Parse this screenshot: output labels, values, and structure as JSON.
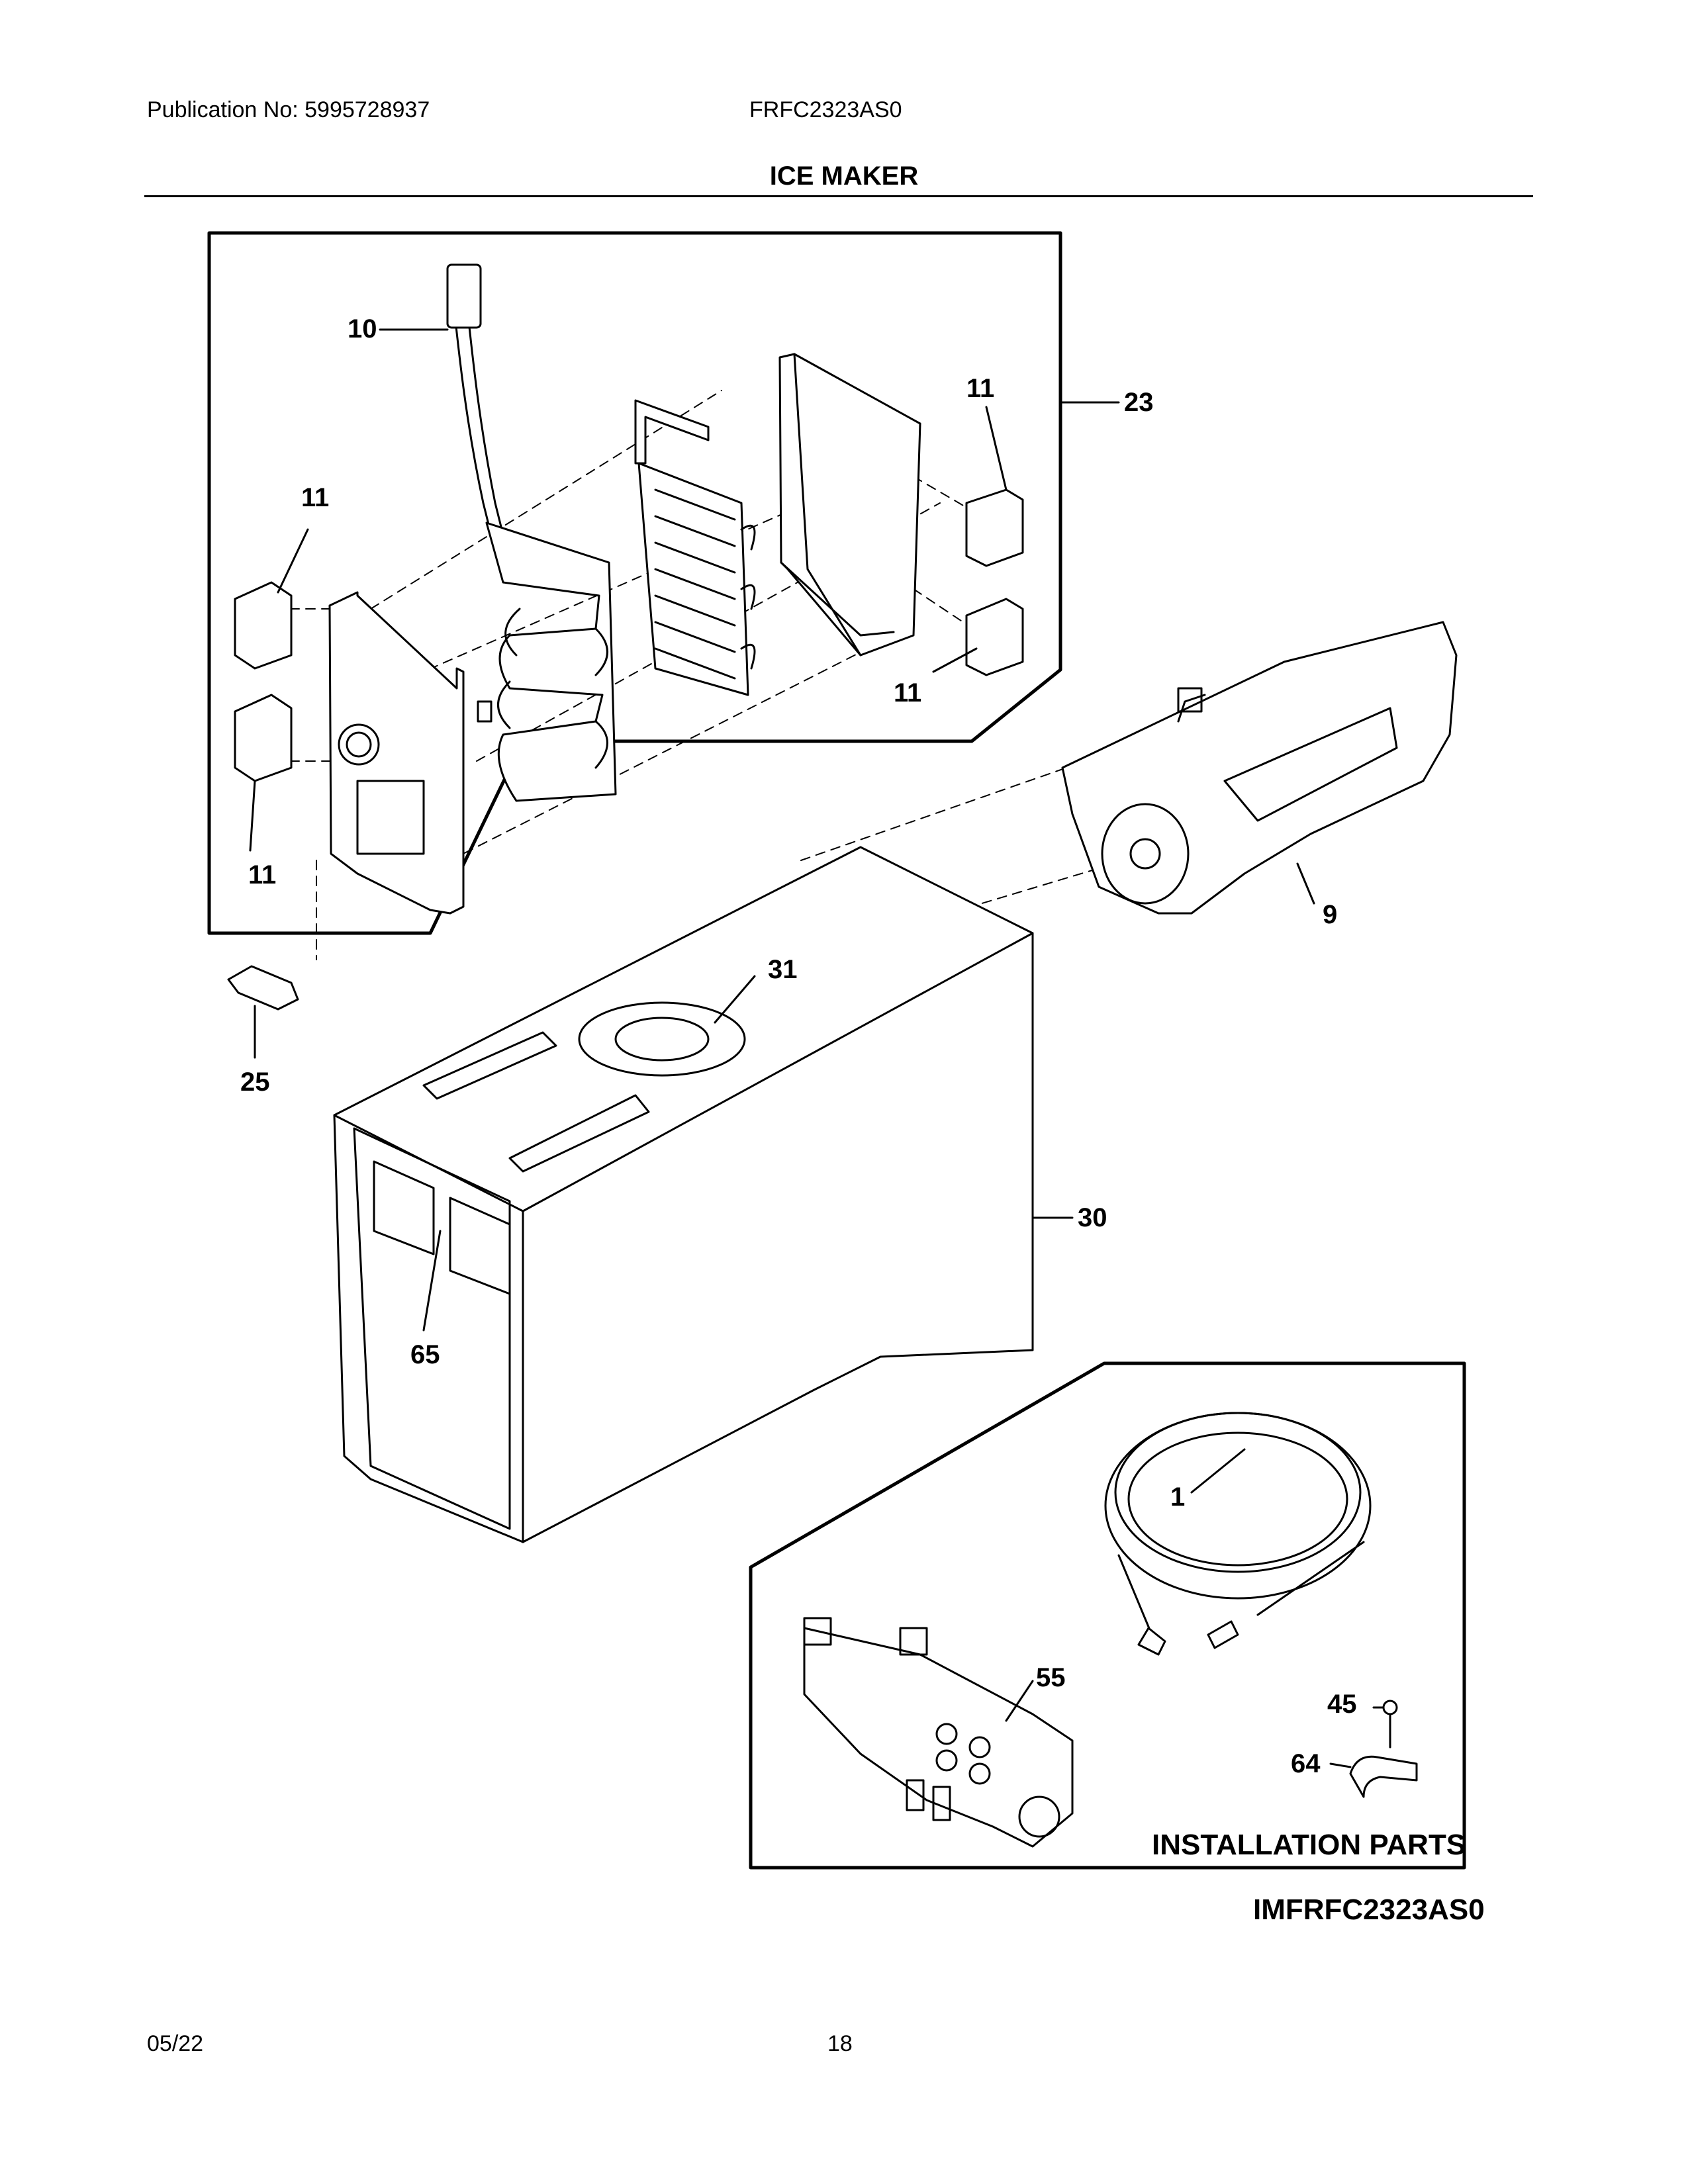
{
  "header": {
    "publication": "Publication No: 5995728937",
    "model": "FRFC2323AS0",
    "title": "ICE MAKER"
  },
  "callouts": {
    "c10": "10",
    "c11_top_right": "11",
    "c23": "23",
    "c11_left_upper": "11",
    "c11_bottom_right": "11",
    "c11_left_lower": "11",
    "c9": "9",
    "c31": "31",
    "c25": "25",
    "c30": "30",
    "c65": "65",
    "c1": "1",
    "c55": "55",
    "c45": "45",
    "c64": "64"
  },
  "installation_box_label": "INSTALLATION PARTS",
  "diagram_id": "IMFRFC2323AS0",
  "footer": {
    "date": "05/22",
    "page": "18"
  }
}
